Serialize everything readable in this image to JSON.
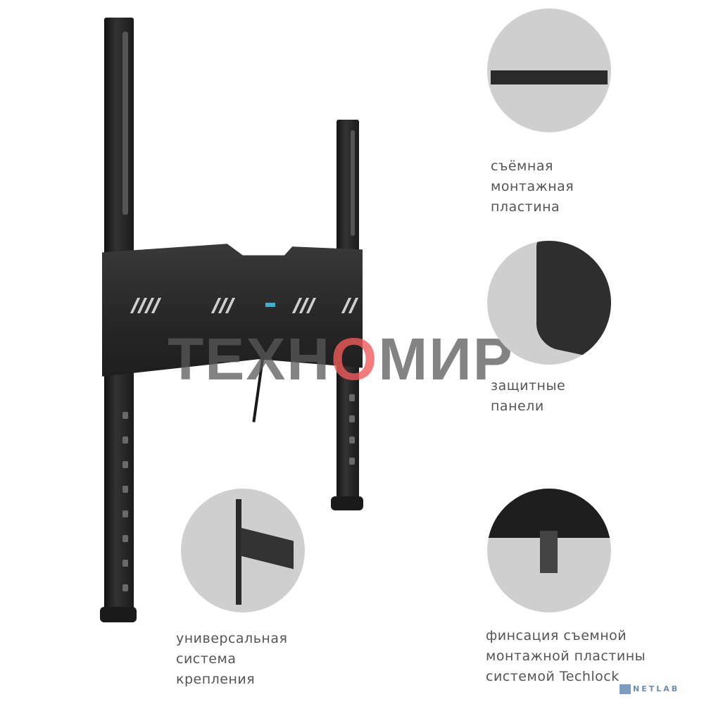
{
  "labels": {
    "removable_plate": [
      "съёмная",
      "монтажная",
      "пластина"
    ],
    "protective_panels": [
      "защитные",
      "панели"
    ],
    "universal_system": [
      "универсальная",
      "система",
      "крепления"
    ],
    "techlock": [
      "финсация съемной",
      "монтажной пластины",
      "системой Techlock"
    ]
  },
  "watermark": {
    "before": "ТЕХН",
    "o": "О",
    "after": "МИР",
    "accent_color": "#f05a5a"
  },
  "netlab_logo": "NETLAB",
  "colors": {
    "bracket": "#222222",
    "circle_bg": "#cfcfcf",
    "text": "#555555"
  }
}
